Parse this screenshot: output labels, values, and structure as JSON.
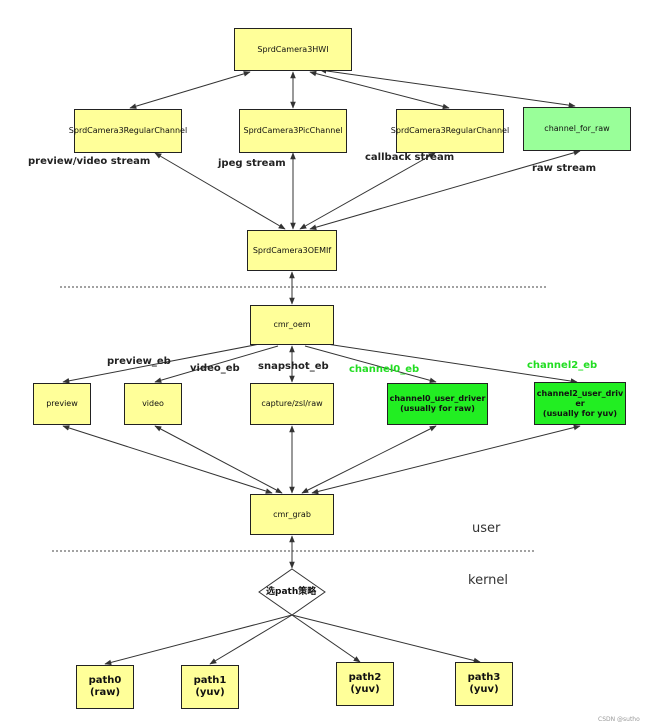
{
  "nodes": {
    "hwi": "SprdCamera3HWI",
    "regular_channel_1": "SprdCamera3RegularChannel",
    "pic_channel": "SprdCamera3PicChannel",
    "regular_channel_2": "SprdCamera3RegularChannel",
    "channel_for_raw": "channel_for_raw",
    "oemif": "SprdCamera3OEMIf",
    "cmr_oem": "cmr_oem",
    "preview": "preview",
    "video": "video",
    "capture": "capture/zsl/raw",
    "channel0_line1": "channel0_user_driver",
    "channel0_line2": "(usually for raw)",
    "channel2_line1": "channel2_user_driv",
    "channel2_line2": "er",
    "channel2_line3": "(usually for yuv)",
    "cmr_grab": "cmr_grab",
    "path_select": "选path策略",
    "path0_line1": "path0",
    "path0_line2": "(raw)",
    "path1_line1": "path1",
    "path1_line2": "(yuv)",
    "path2_line1": "path2",
    "path2_line2": "(yuv)",
    "path3_line1": "path3",
    "path3_line2": "(yuv)"
  },
  "edge_labels": {
    "preview_video_stream": "preview/video stream",
    "jpeg_stream": "jpeg stream",
    "callback_stream": "callback stream",
    "raw_stream": "raw stream",
    "preview_eb": "preview_eb",
    "video_eb": "video_eb",
    "snapshot_eb": "snapshot_eb",
    "channel0_eb": "channel0_eb",
    "channel2_eb": "channel2_eb"
  },
  "regions": {
    "user": "user",
    "kernel": "kernel"
  },
  "credit": "CSDN @sutho",
  "colors": {
    "node_fill": "#ffff99",
    "raw_channel_fill": "#99ff99",
    "user_driver_fill": "#22ee22",
    "green_label": "#22dd22",
    "line": "#333333"
  }
}
